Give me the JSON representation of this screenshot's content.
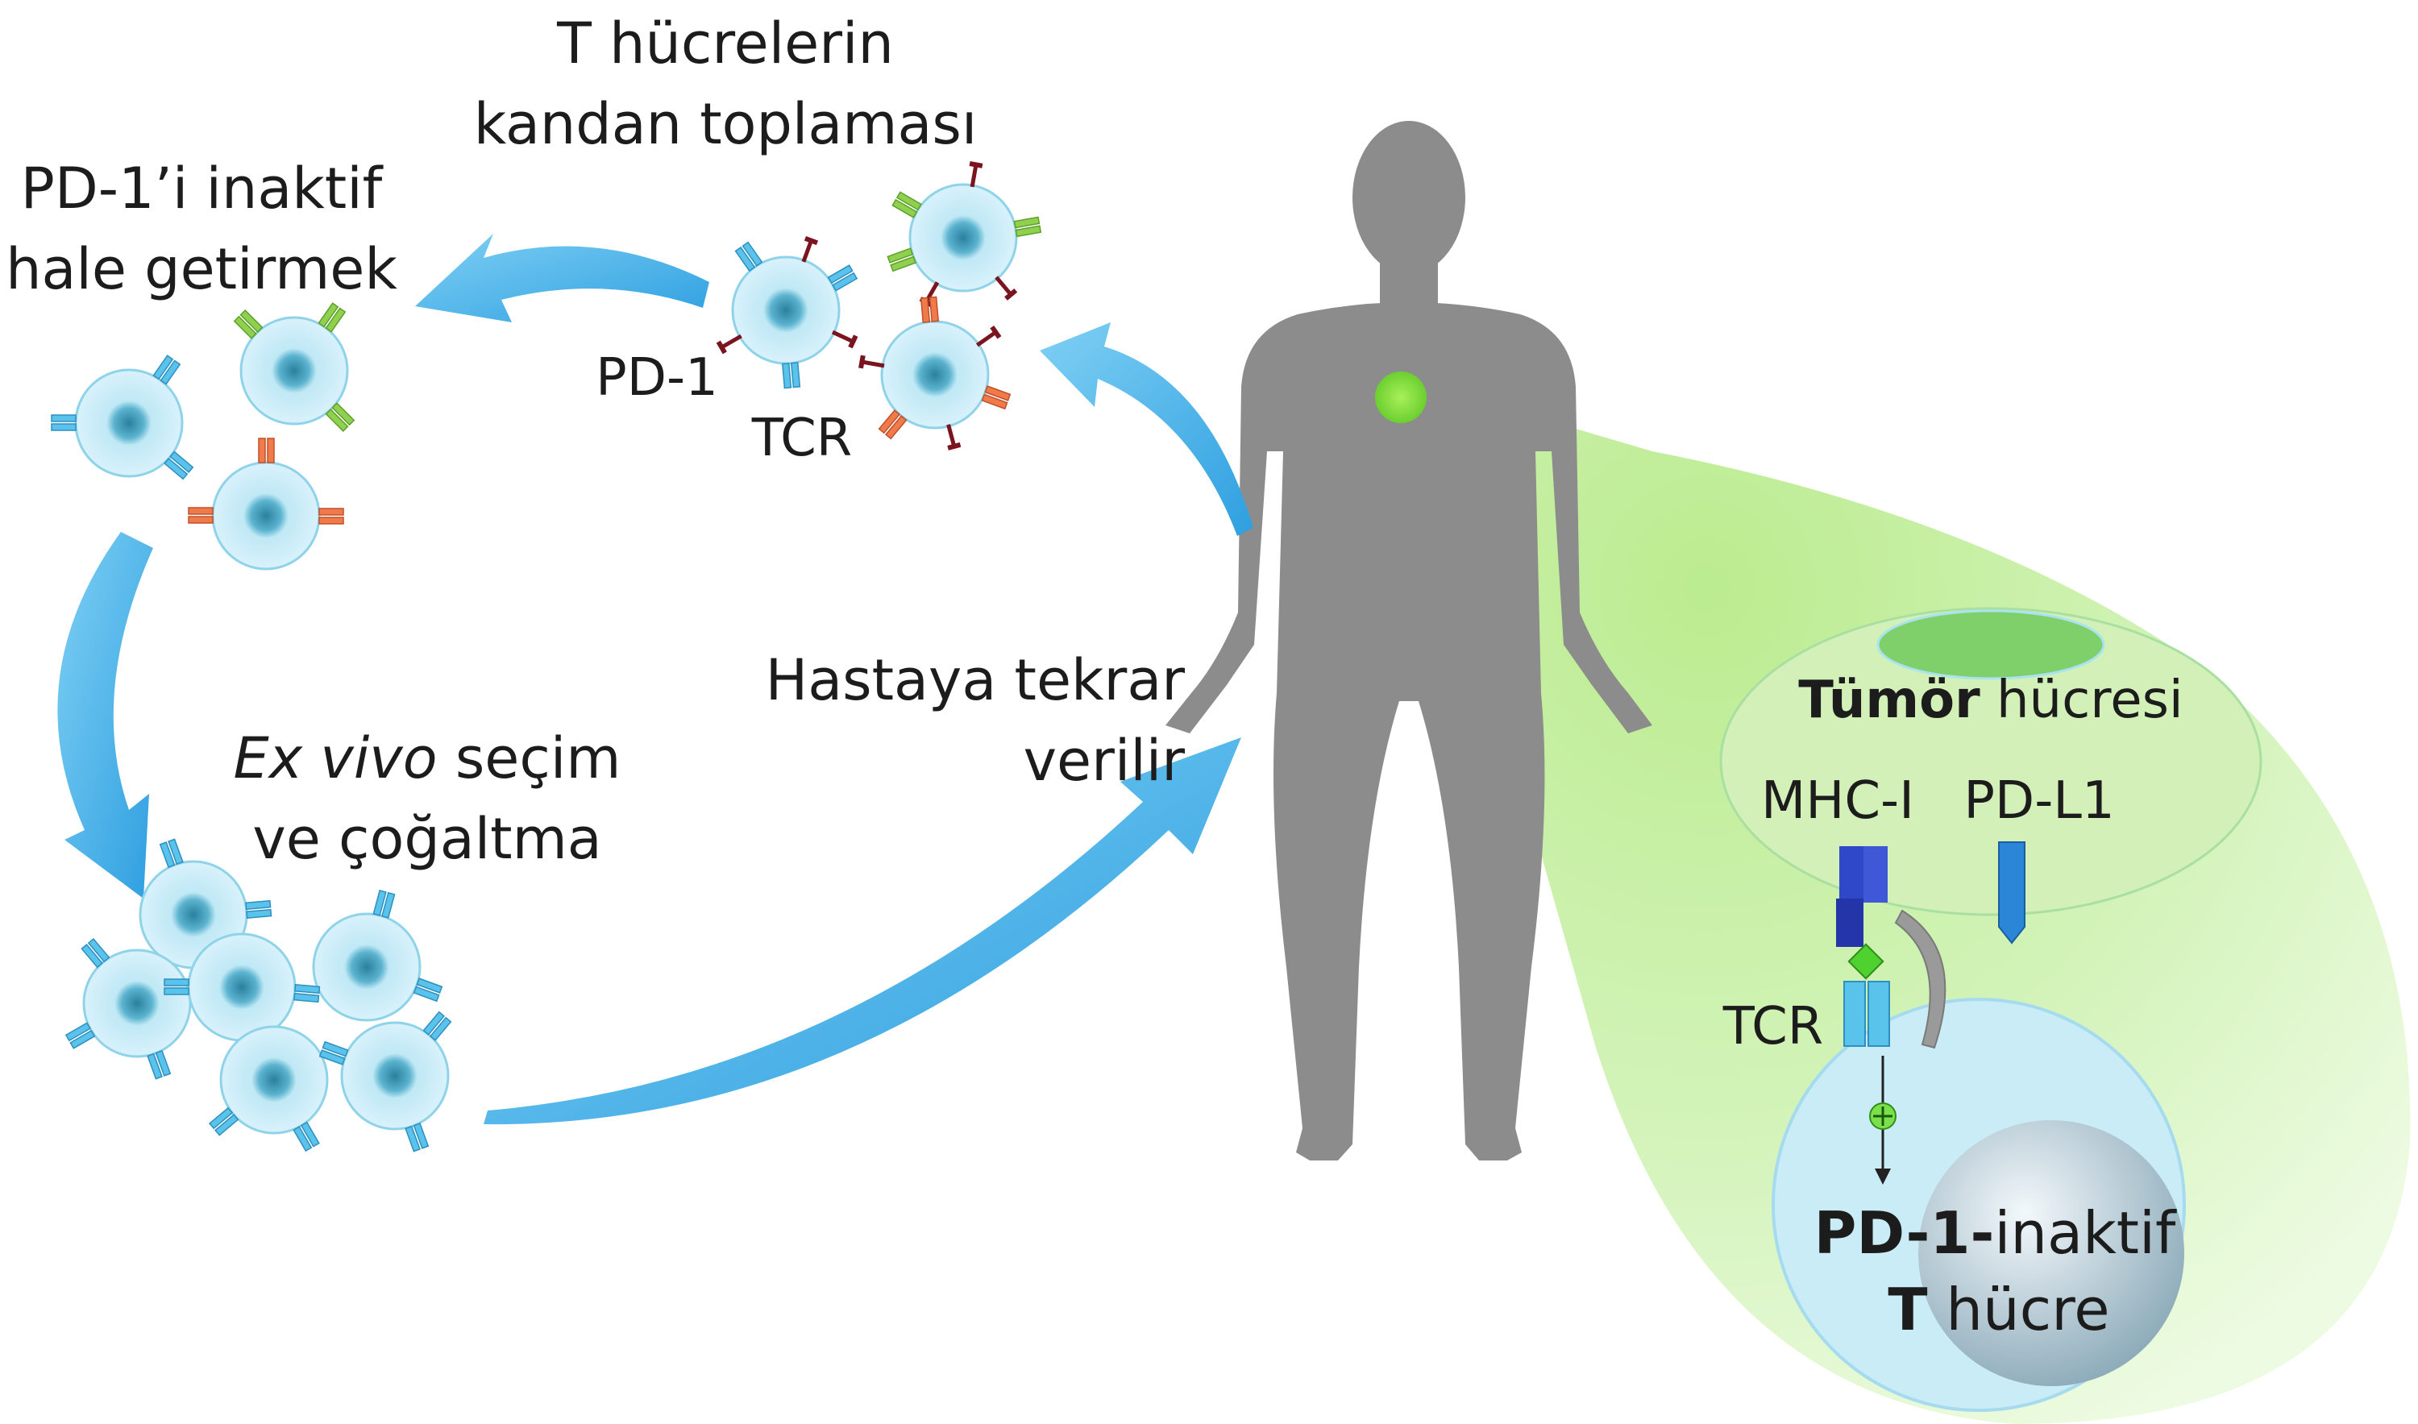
{
  "labels": {
    "collect_line1": "T hücrelerin",
    "collect_line2": "kandan toplaması",
    "inactivate_line1": "PD-1’i inaktif",
    "inactivate_line2": "hale getirmek",
    "pd1": "PD-1",
    "tcr_top": "TCR",
    "exvivo_italic": "Ex vivo",
    "exvivo_rest": " seçim",
    "exvivo_line2": "ve çoğaltma",
    "reinfuse_line1": "Hastaya tekrar",
    "reinfuse_line2": "verilir",
    "tumor_bold": "Tümör",
    "tumor_rest": " hücresi",
    "mhc": "MHC-I",
    "pdl1": "PD-L1",
    "tcr_zoom": "TCR",
    "tcell_line1_bold": "PD-1-",
    "tcell_line1_rest": "inaktif",
    "tcell_line2_bold": "T",
    "tcell_line2_rest": " hücre"
  },
  "colors": {
    "arrow": "#3fb0e8",
    "cell_outer": "#d8f1fb",
    "cell_nucleus": "#2f8fb0",
    "receptor_blue": "#59c3ec",
    "receptor_green": "#8fd14f",
    "receptor_orange": "#f07a4a",
    "pd1_darkred": "#7a1520",
    "human": "#8a8a8a",
    "zoom_glow": "#c8efa8",
    "tumor_cell": "#cdeeb0",
    "tumor_nucleus": "#7fcf6a",
    "mhc_blue": "#2f47c9",
    "pdl1_blue": "#2b86d8",
    "antigen_green": "#4fd12f",
    "tcell_body": "#c9ecf7"
  }
}
